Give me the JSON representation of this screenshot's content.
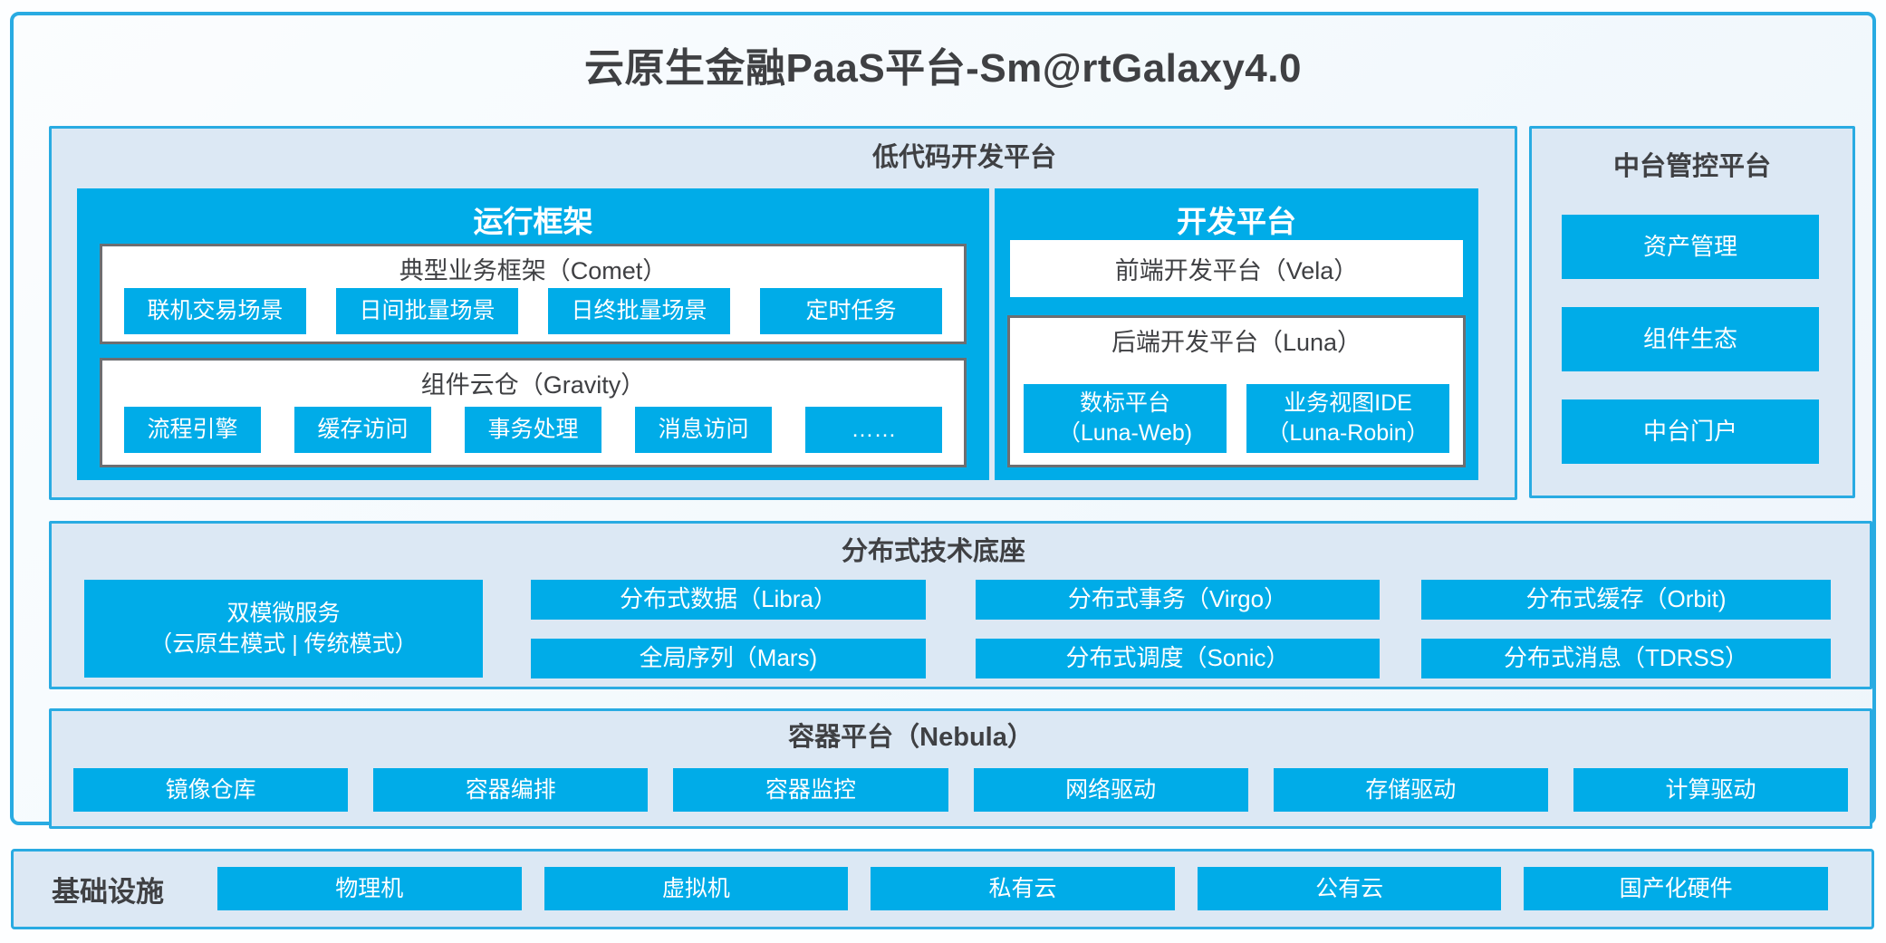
{
  "title": "云原生金融PaaS平台-Sm@rtGalaxy4.0",
  "colors": {
    "fill_blue": "#00ACE8",
    "border_blue": "#29ABE2",
    "panel_bg": "#DCE8F4",
    "gray_border": "#6D6E71",
    "dark_text": "#3F4043"
  },
  "low_code": {
    "title": "低代码开发平台",
    "runtime": {
      "title": "运行框架",
      "comet": {
        "title": "典型业务框架（Comet）",
        "items": [
          "联机交易场景",
          "日间批量场景",
          "日终批量场景",
          "定时任务"
        ]
      },
      "gravity": {
        "title": "组件云仓（Gravity）",
        "items": [
          "流程引擎",
          "缓存访问",
          "事务处理",
          "消息访问",
          "……"
        ]
      }
    },
    "dev": {
      "title": "开发平台",
      "vela": "前端开发平台（Vela）",
      "luna": {
        "title": "后端开发平台（Luna）",
        "items": [
          {
            "line1": "数标平台",
            "line2": "（Luna-Web)"
          },
          {
            "line1": "业务视图IDE",
            "line2": "（Luna-Robin）"
          }
        ]
      }
    }
  },
  "mid_platform": {
    "title": "中台管控平台",
    "items": [
      "资产管理",
      "组件生态",
      "中台门户"
    ]
  },
  "distributed": {
    "title": "分布式技术底座",
    "dual_mode": {
      "line1": "双模微服务",
      "line2": "（云原生模式 | 传统模式）"
    },
    "grid": [
      "分布式数据（Libra）",
      "全局序列（Mars)",
      "分布式事务（Virgo）",
      "分布式调度（Sonic）",
      "分布式缓存（Orbit)",
      "分布式消息（TDRSS）"
    ]
  },
  "container_platform": {
    "title": "容器平台（Nebula）",
    "items": [
      "镜像仓库",
      "容器编排",
      "容器监控",
      "网络驱动",
      "存储驱动",
      "计算驱动"
    ]
  },
  "infrastructure": {
    "title": "基础设施",
    "items": [
      "物理机",
      "虚拟机",
      "私有云",
      "公有云",
      "国产化硬件"
    ]
  }
}
